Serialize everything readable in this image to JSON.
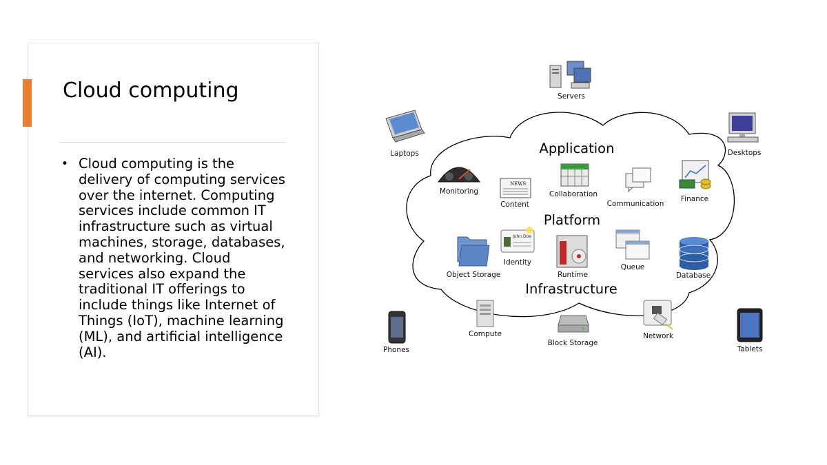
{
  "slide": {
    "title": "Cloud computing",
    "bullets": [
      "Cloud computing is the delivery of computing services over the internet. Computing services include common IT infrastructure such as virtual machines, storage, databases, and networking. Cloud services also expand the traditional IT offerings to include things like Internet of Things (IoT), machine learning (ML), and artificial intelligence (AI)."
    ],
    "accent_color": "#ed7d31"
  },
  "diagram": {
    "sections": {
      "application": "Application",
      "platform": "Platform",
      "infrastructure": "Infrastructure"
    },
    "devices": {
      "servers": "Servers",
      "laptops": "Laptops",
      "desktops": "Desktops",
      "phones": "Phones",
      "tablets": "Tablets"
    },
    "application_items": {
      "monitoring": "Monitoring",
      "content": "Content",
      "collaboration": "Collaboration",
      "communication": "Communication",
      "finance": "Finance"
    },
    "platform_items": {
      "object_storage": "Object Storage",
      "identity": "Identity",
      "runtime": "Runtime",
      "queue": "Queue",
      "database": "Database"
    },
    "infrastructure_items": {
      "compute": "Compute",
      "block_storage": "Block Storage",
      "network": "Network"
    },
    "icons": {
      "servers": "servers-icon",
      "laptops": "laptop-icon",
      "desktops": "desktop-icon",
      "phones": "phone-icon",
      "tablets": "tablet-icon",
      "monitoring": "gauge-icon",
      "content": "newspaper-icon",
      "collaboration": "calendar-icon",
      "communication": "chat-bubbles-icon",
      "finance": "chart-money-icon",
      "object_storage": "folder-icon",
      "identity": "id-card-icon",
      "runtime": "software-box-icon",
      "queue": "windows-stack-icon",
      "database": "database-icon",
      "compute": "server-tower-icon",
      "block_storage": "hard-drive-icon",
      "network": "network-socket-icon"
    },
    "identity_card_text": "John Doe",
    "content_icon_text": "NEWS"
  }
}
